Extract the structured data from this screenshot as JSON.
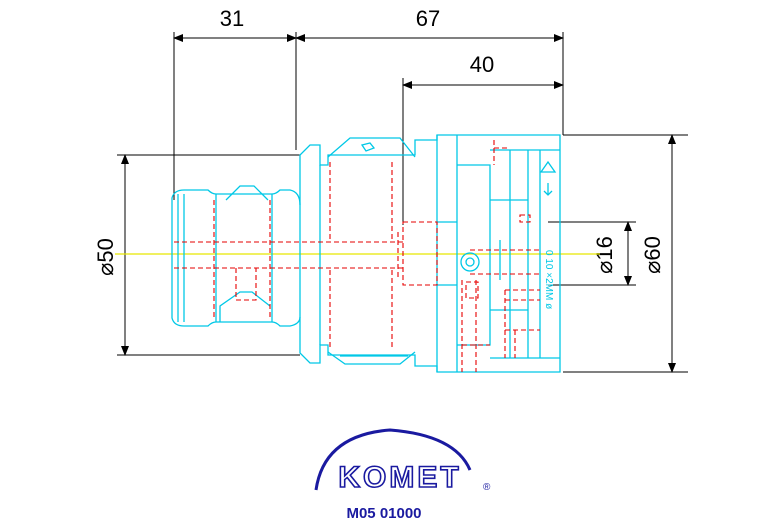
{
  "dimensions": {
    "length_a": "31",
    "length_b": "67",
    "length_c": "40",
    "diameter_left": "⌀50",
    "diameter_bore": "⌀16",
    "diameter_right": "⌀60"
  },
  "scale_text": "0  10 ×2MM ø",
  "brand": {
    "name": "KOMET",
    "registered": "®",
    "part_number": "M05 01000"
  },
  "colors": {
    "outline": "#00c8e6",
    "hidden": "#e60000",
    "centerline": "#e6e600",
    "dimension": "#000000",
    "brand": "#1a1aa0"
  }
}
